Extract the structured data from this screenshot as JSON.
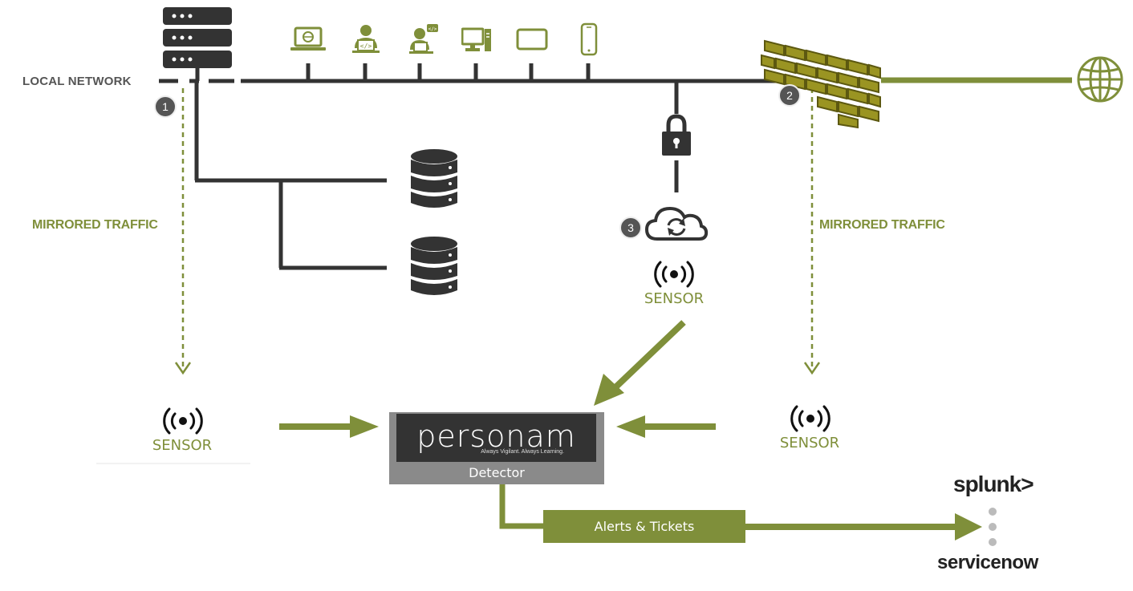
{
  "network": {
    "label": "LOCAL NETWORK"
  },
  "badges": [
    "1",
    "2",
    "3"
  ],
  "mirrored": {
    "left": "MIRRORED TRAFFIC",
    "right": "MIRRORED TRAFFIC"
  },
  "sensors": {
    "left": "SENSOR",
    "center": "SENSOR",
    "right": "SENSOR"
  },
  "detector": {
    "brand": "personam",
    "tagline": "Always Vigilant. Always Learning.",
    "label": "Detector"
  },
  "alerts": {
    "label": "Alerts & Tickets"
  },
  "integrations": {
    "splunk": "splunk>",
    "servicenow": "servicenow"
  },
  "icons": [
    "server-icon",
    "laptop-globe-icon",
    "developer-icon",
    "coder-icon",
    "desktop-icon",
    "tablet-icon",
    "phone-icon",
    "firewall-icon",
    "globe-icon",
    "database-icon",
    "lock-icon",
    "cloud-sync-icon",
    "sensor-icon"
  ],
  "colors": {
    "accent": "#7f8f3a",
    "line": "#333333",
    "firewall": "#8f8a1a"
  }
}
